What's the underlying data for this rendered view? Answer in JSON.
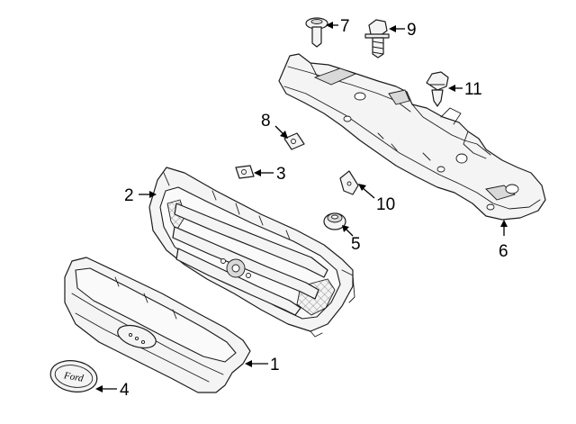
{
  "callouts": [
    {
      "id": "1",
      "label": "1"
    },
    {
      "id": "2",
      "label": "2"
    },
    {
      "id": "3",
      "label": "3"
    },
    {
      "id": "4",
      "label": "4"
    },
    {
      "id": "5",
      "label": "5"
    },
    {
      "id": "6",
      "label": "6"
    },
    {
      "id": "7",
      "label": "7"
    },
    {
      "id": "8",
      "label": "8"
    },
    {
      "id": "9",
      "label": "9"
    },
    {
      "id": "10",
      "label": "10"
    },
    {
      "id": "11",
      "label": "11"
    }
  ],
  "emblem": {
    "lettering": "Ford"
  }
}
